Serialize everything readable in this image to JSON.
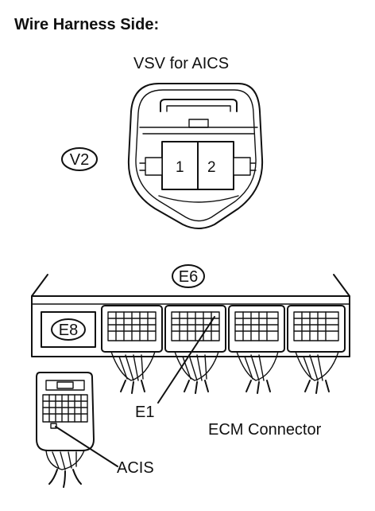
{
  "heading": "Wire Harness Side:",
  "vsv": {
    "title": "VSV for AICS",
    "connector_code": "V2",
    "pins": [
      "1",
      "2"
    ]
  },
  "ecm": {
    "connector_code_top": "E6",
    "connector_code_left": "E8",
    "callout_e1": "E1",
    "callout_acis": "ACIS",
    "caption": "ECM Connector"
  }
}
